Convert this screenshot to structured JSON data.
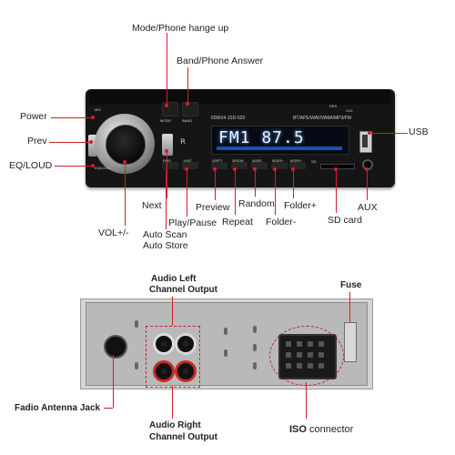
{
  "callouts": {
    "mode": "Mode/Phone hange up",
    "band": "Band/Phone Answer",
    "power": "Power",
    "prev": "Prev",
    "eq": "EQ/LOUD",
    "usb": "USB",
    "next": "Next",
    "vol": "VOL+/-",
    "play": "Play/Pause",
    "auto_scan": "Auto Scan",
    "auto_store": "Auto Store",
    "preview": "Preview",
    "repeat": "Repeat",
    "random": "Random",
    "folder_plus": "Folder+",
    "folder_minus": "Folder-",
    "sd_card": "SD card",
    "aux": "AUX",
    "audio_left_1": "Audio Left",
    "audio_left_2": "Channel Output",
    "fuse": "Fuse",
    "antenna": "Fadio Antenna Jack",
    "audio_right_1": "Audio Right",
    "audio_right_2": "Channel Output",
    "iso_bold": "ISO",
    "iso_rest": " connector"
  },
  "device": {
    "display": "FM1 87.5",
    "power_text": "60WX4  JSD-520",
    "formats": "BT/APE/WAV/WMA/MP3/FM",
    "btn_mode": "MODE",
    "btn_band": "BAND",
    "btn_mic": "MIC",
    "btn_eq": "EQ/LOUD",
    "btn_res": "RES",
    "btn_clk": "CLK",
    "btn_rms": "RMS",
    "btn_1": "1/INT",
    "btn_2": "2/RPT",
    "btn_3": "3/RDM",
    "btn_4": "4/DIR-",
    "btn_5": "5/DIR+",
    "btn_6": "6/DIR+",
    "btn_sd": "SD"
  },
  "colors": {
    "accent_red": "#d0202a",
    "display_blue": "#1d4fb5"
  }
}
